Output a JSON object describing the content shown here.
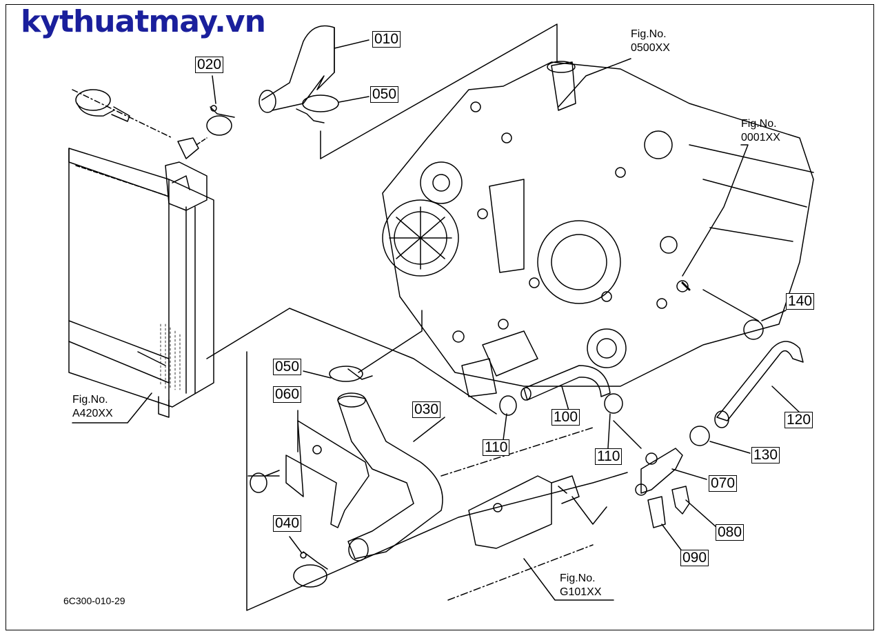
{
  "logo_text": "kythuatmay.vn",
  "drawing_code": "6C300-010-29",
  "colors": {
    "logo": "#1a1f9c",
    "line": "#000000"
  },
  "part_labels": {
    "p010": "010",
    "p020": "020",
    "p050a": "050",
    "p050b": "050",
    "p060": "060",
    "p030": "030",
    "p040": "040",
    "p100": "100",
    "p110a": "110",
    "p110b": "110",
    "p120": "120",
    "p130": "130",
    "p140": "140",
    "p070": "070",
    "p080": "080",
    "p090": "090"
  },
  "fig_refs": {
    "f0500": {
      "line1": "Fig.No.",
      "line2": "0500XX"
    },
    "f0001": {
      "line1": "Fig.No.",
      "line2": "0001XX"
    },
    "fA420": {
      "line1": "Fig.No.",
      "line2": "A420XX"
    },
    "fG101": {
      "line1": "Fig.No.",
      "line2": "G101XX"
    }
  }
}
